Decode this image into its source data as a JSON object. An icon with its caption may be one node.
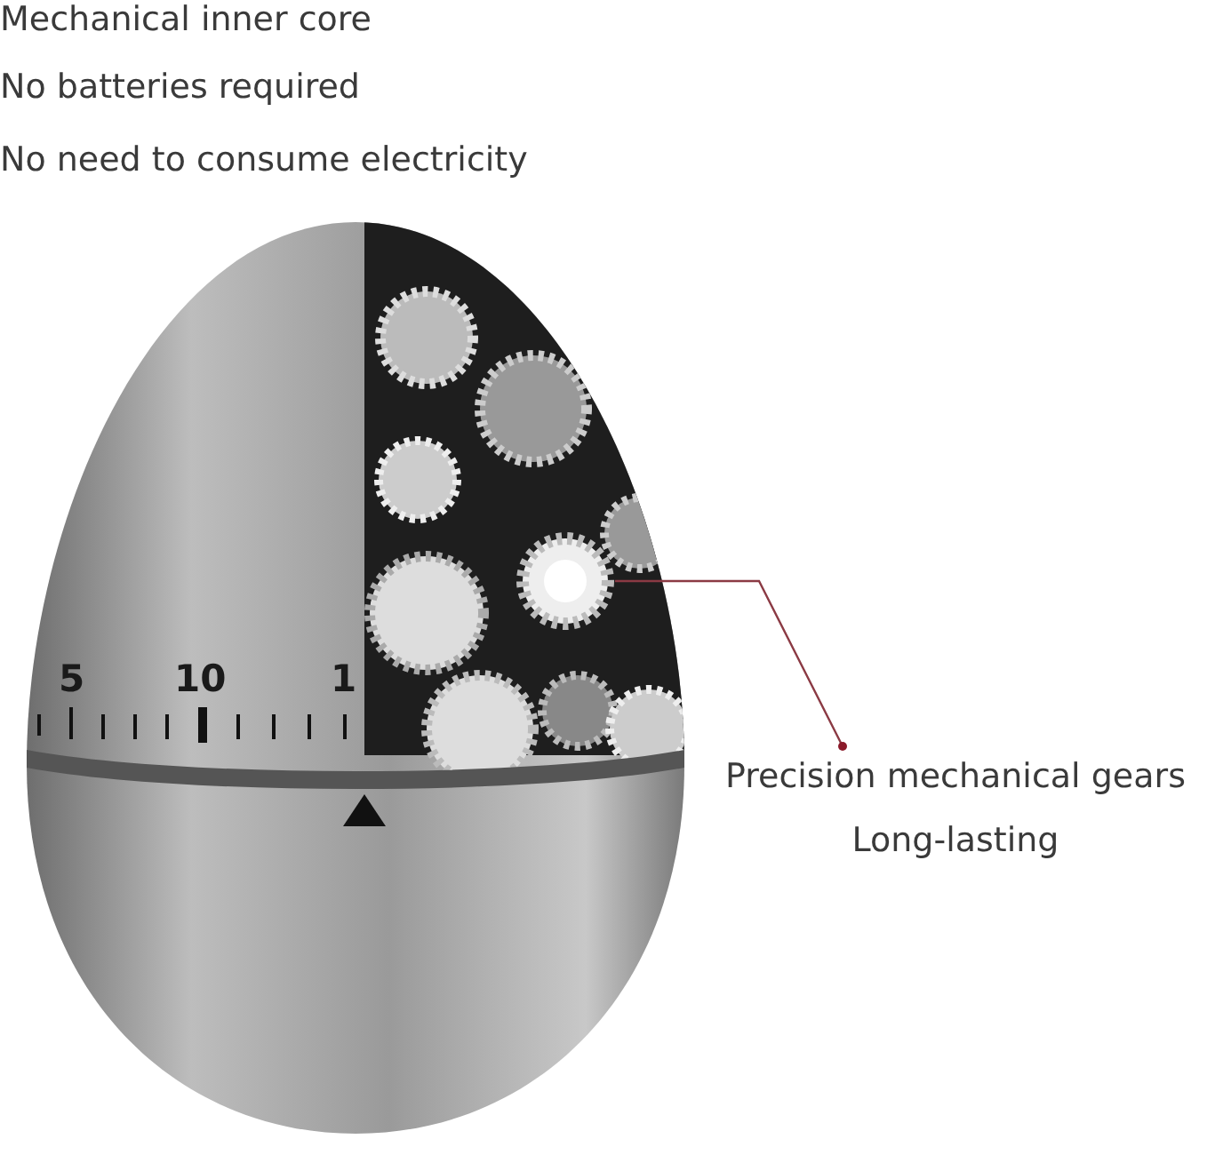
{
  "diagram": {
    "nodes": [
      {
        "text": [
          "Precision mechanical gears",
          "Long-lasting"
        ]
      },
      {
        "text": [],
        "shape": "picture"
      }
    ],
    "edges": [
      {
        "from": 0,
        "to": 1,
        "arrow": "other"
      }
    ],
    "labels": [
      "Mechanical inner core",
      "No batteries required",
      "No need to consume electricity",
      "5",
      "10",
      "1"
    ]
  }
}
